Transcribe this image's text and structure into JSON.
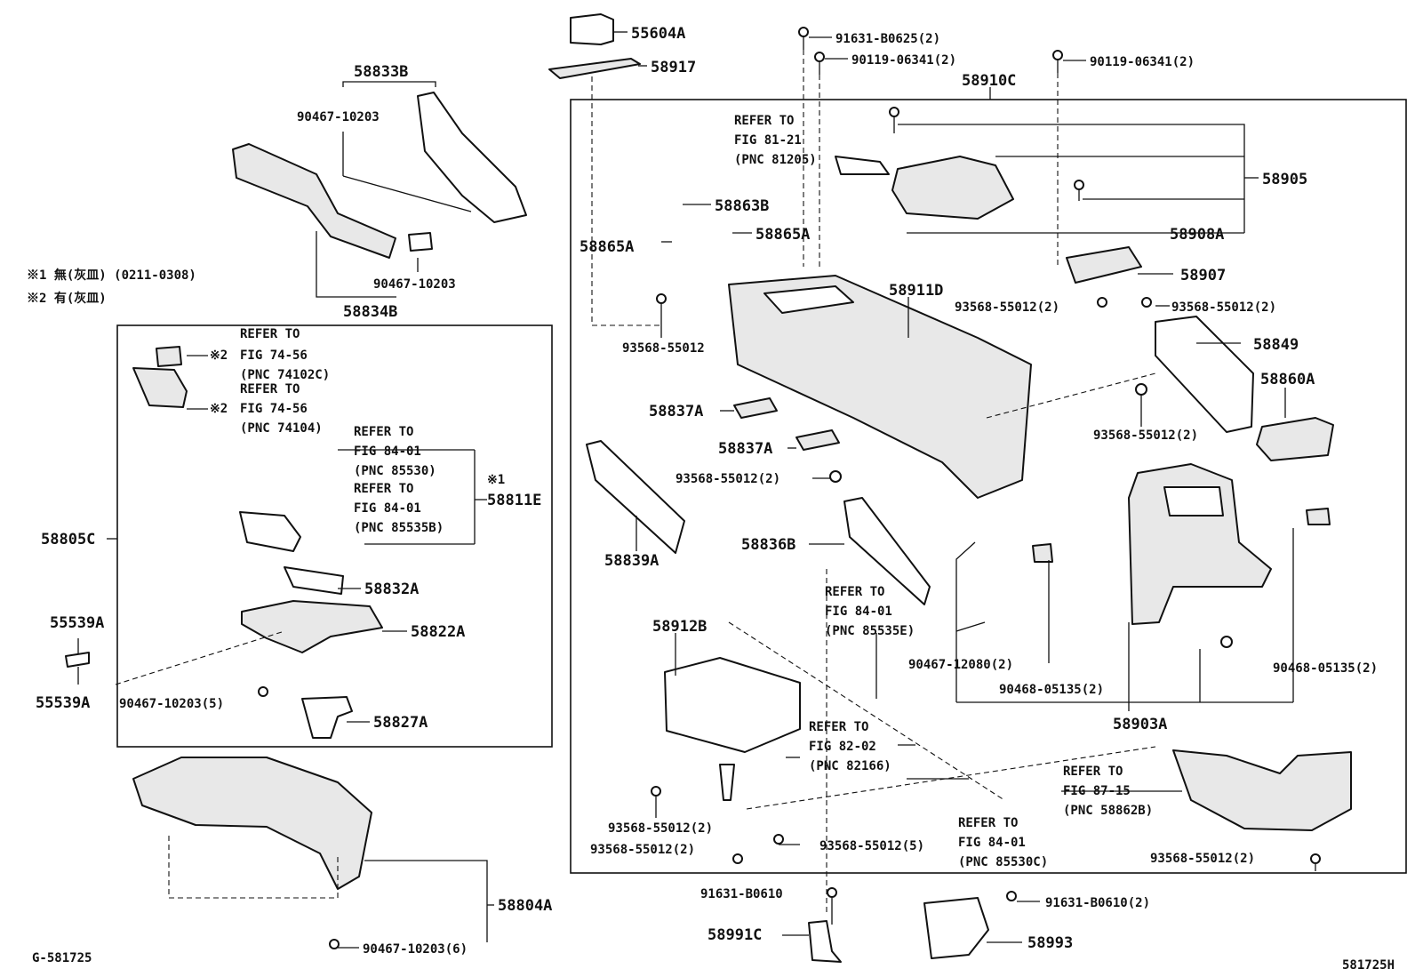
{
  "diagram_id": "G-581725",
  "diagram_code": "581725H",
  "notes": {
    "note1": "※1 無(灰皿) (0211-0308)",
    "note2": "※2 有(灰皿)"
  },
  "refs": {
    "r74_56a": [
      "REFER TO",
      "FIG 74-56",
      "(PNC 74102C)"
    ],
    "r74_56b": [
      "REFER TO",
      "FIG 74-56",
      "(PNC 74104)"
    ],
    "r84_01a": [
      "REFER TO",
      "FIG 84-01",
      "(PNC 85530)"
    ],
    "r84_01b": [
      "REFER TO",
      "FIG 84-01",
      "(PNC 85535B)"
    ],
    "r81_21": [
      "REFER TO",
      "FIG 81-21",
      "(PNC 81205)"
    ],
    "r84_01c": [
      "REFER TO",
      "FIG 84-01",
      "(PNC 85535E)"
    ],
    "r82_02": [
      "REFER TO",
      "FIG 82-02",
      "(PNC 82166)"
    ],
    "r84_01d": [
      "REFER TO",
      "FIG 84-01",
      "(PNC 85530C)"
    ],
    "r87_15": [
      "REFER TO",
      "FIG 87-15",
      "(PNC 58862B)"
    ]
  },
  "labels": {
    "p55604A": "55604A",
    "p58917": "58917",
    "p91631_B0625": "91631-B0625(2)",
    "p90119_a": "90119-06341(2)",
    "p90119_b": "90119-06341(2)",
    "p58910C": "58910C",
    "p58833B": "58833B",
    "p90467_top": "90467-10203",
    "p90467_mid": "90467-10203",
    "p58834B": "58834B",
    "p58905": "58905",
    "p58863B": "58863B",
    "p58865A_l": "58865A",
    "p58865A_r": "58865A",
    "p58908A": "58908A",
    "p58907": "58907",
    "p58911D": "58911D",
    "p93568_r1": "93568-55012(2)",
    "p93568_r2": "93568-55012(2)",
    "p93568_l": "93568-55012",
    "p58849": "58849",
    "p58860A": "58860A",
    "p58837A_1": "58837A",
    "p58837A_2": "58837A",
    "p93568_r3": "93568-55012(2)",
    "p93568_c": "93568-55012(2)",
    "p58839A": "58839A",
    "p58836B": "58836B",
    "note1_mark": "※1",
    "p58811E": "58811E",
    "p58805C": "58805C",
    "note2_mark_a": "※2",
    "note2_mark_b": "※2",
    "p58832A": "58832A",
    "p58822A": "58822A",
    "p55539A_t": "55539A",
    "p55539A_b": "55539A",
    "p90467_5": "90467-10203(5)",
    "p58827A": "58827A",
    "p58912B": "58912B",
    "p90467_12080": "90467-12080(2)",
    "p90468_r": "90468-05135(2)",
    "p90468_c": "90468-05135(2)",
    "p58903A": "58903A",
    "p93568_b1": "93568-55012(2)",
    "p93568_b2": "93568-55012(2)",
    "p93568_b5": "93568-55012(5)",
    "p93568_br": "93568-55012(2)",
    "p91631_B0610": "91631-B0610",
    "p91631_B0610_2": "91631-B0610(2)",
    "p58991C": "58991C",
    "p58993": "58993",
    "p58804A": "58804A",
    "p90467_6": "90467-10203(6)"
  }
}
